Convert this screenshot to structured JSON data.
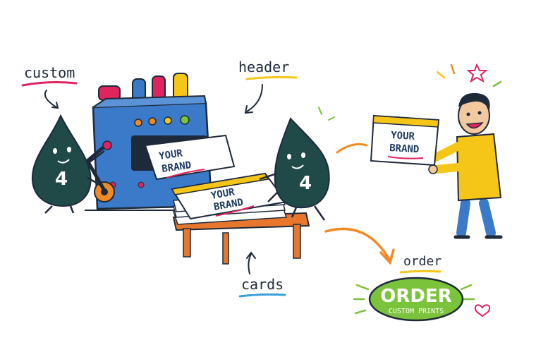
{
  "labels": {
    "custom": "custom",
    "header": "header",
    "cards": "cards",
    "order": "order"
  },
  "mascot": {
    "number": "4"
  },
  "print_text": {
    "line1": "YOUR",
    "line2": "BRAND"
  },
  "order_button": {
    "title": "ORDER",
    "subtitle": "CUSTOM PRINTS"
  },
  "colors": {
    "ink": "#1e2a3a",
    "machine_blue": "#3b79c9",
    "accent_red": "#e0245e",
    "accent_orange": "#f08a24",
    "accent_yellow": "#f5c518",
    "button_green": "#7cc33c",
    "table_orange": "#e8772e"
  }
}
